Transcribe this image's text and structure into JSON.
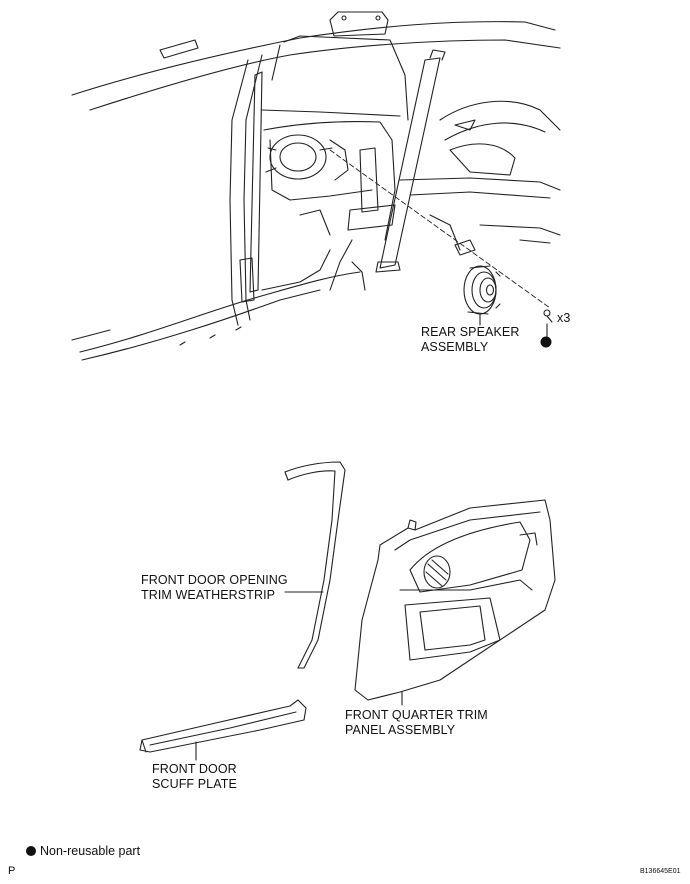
{
  "labels": {
    "rear_speaker": [
      "REAR SPEAKER",
      "ASSEMBLY"
    ],
    "screw_qty": "x3",
    "weatherstrip": [
      "FRONT DOOR OPENING",
      "TRIM WEATHERSTRIP"
    ],
    "quarter_panel": [
      "FRONT QUARTER TRIM",
      "PANEL ASSEMBLY"
    ],
    "scuff_plate": [
      "FRONT DOOR",
      "SCUFF PLATE"
    ]
  },
  "legend": {
    "text": "Non-reusable part",
    "icon": "filled-circle-icon"
  },
  "footer": {
    "left_mark": "P",
    "figure_code": "B136645E01"
  }
}
